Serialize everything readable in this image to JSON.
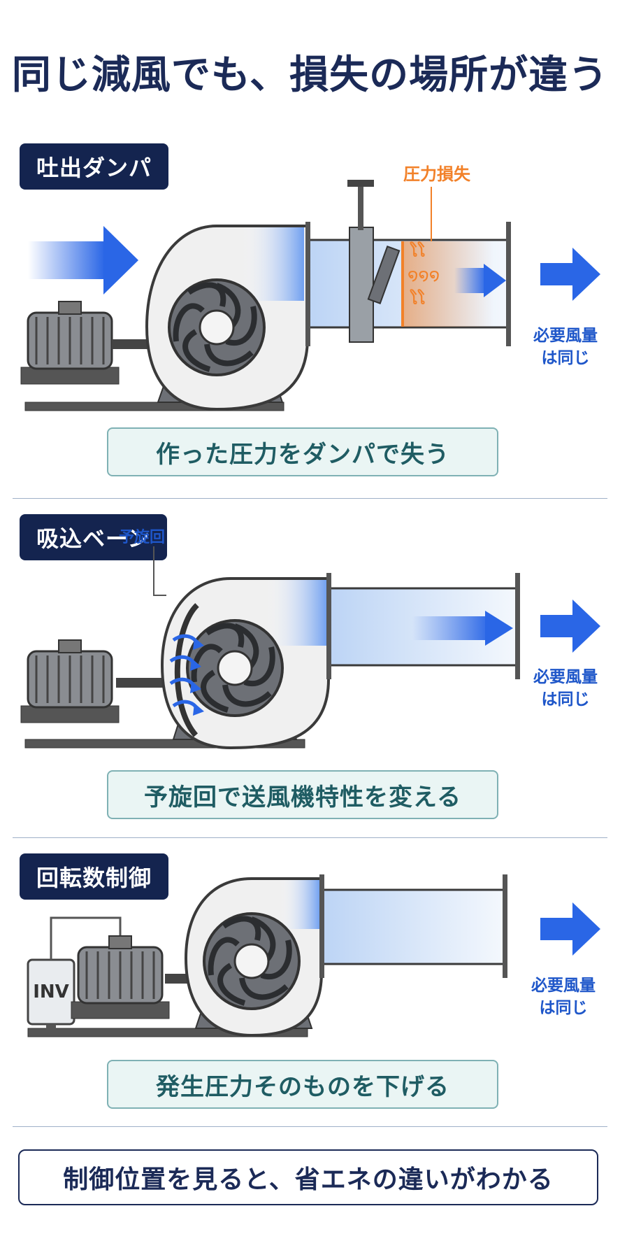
{
  "title": "同じ減風でも、損失の場所が違う",
  "sections": [
    {
      "tag": "吐出ダンパ",
      "caption": "作った圧力をダンパで失う",
      "loss_label": "圧力損失",
      "required_line1": "必要風量",
      "required_line2": "は同じ"
    },
    {
      "tag": "吸込ベーン",
      "caption": "予旋回で送風機特性を変える",
      "swirl_label": "予旋回",
      "required_line1": "必要風量",
      "required_line2": "は同じ"
    },
    {
      "tag": "回転数制御",
      "caption": "発生圧力そのものを下げる",
      "inv_label": "INV",
      "required_line1": "必要風量",
      "required_line2": "は同じ"
    }
  ],
  "conclusion": "制御位置を見ると、省エネの違いがわかる",
  "colors": {
    "navy": "#14244f",
    "arrow_blue": "#2a66e6",
    "loss_orange": "#f28129",
    "caption_bg": "#eaf5f4",
    "caption_border": "#7fb1b4"
  }
}
